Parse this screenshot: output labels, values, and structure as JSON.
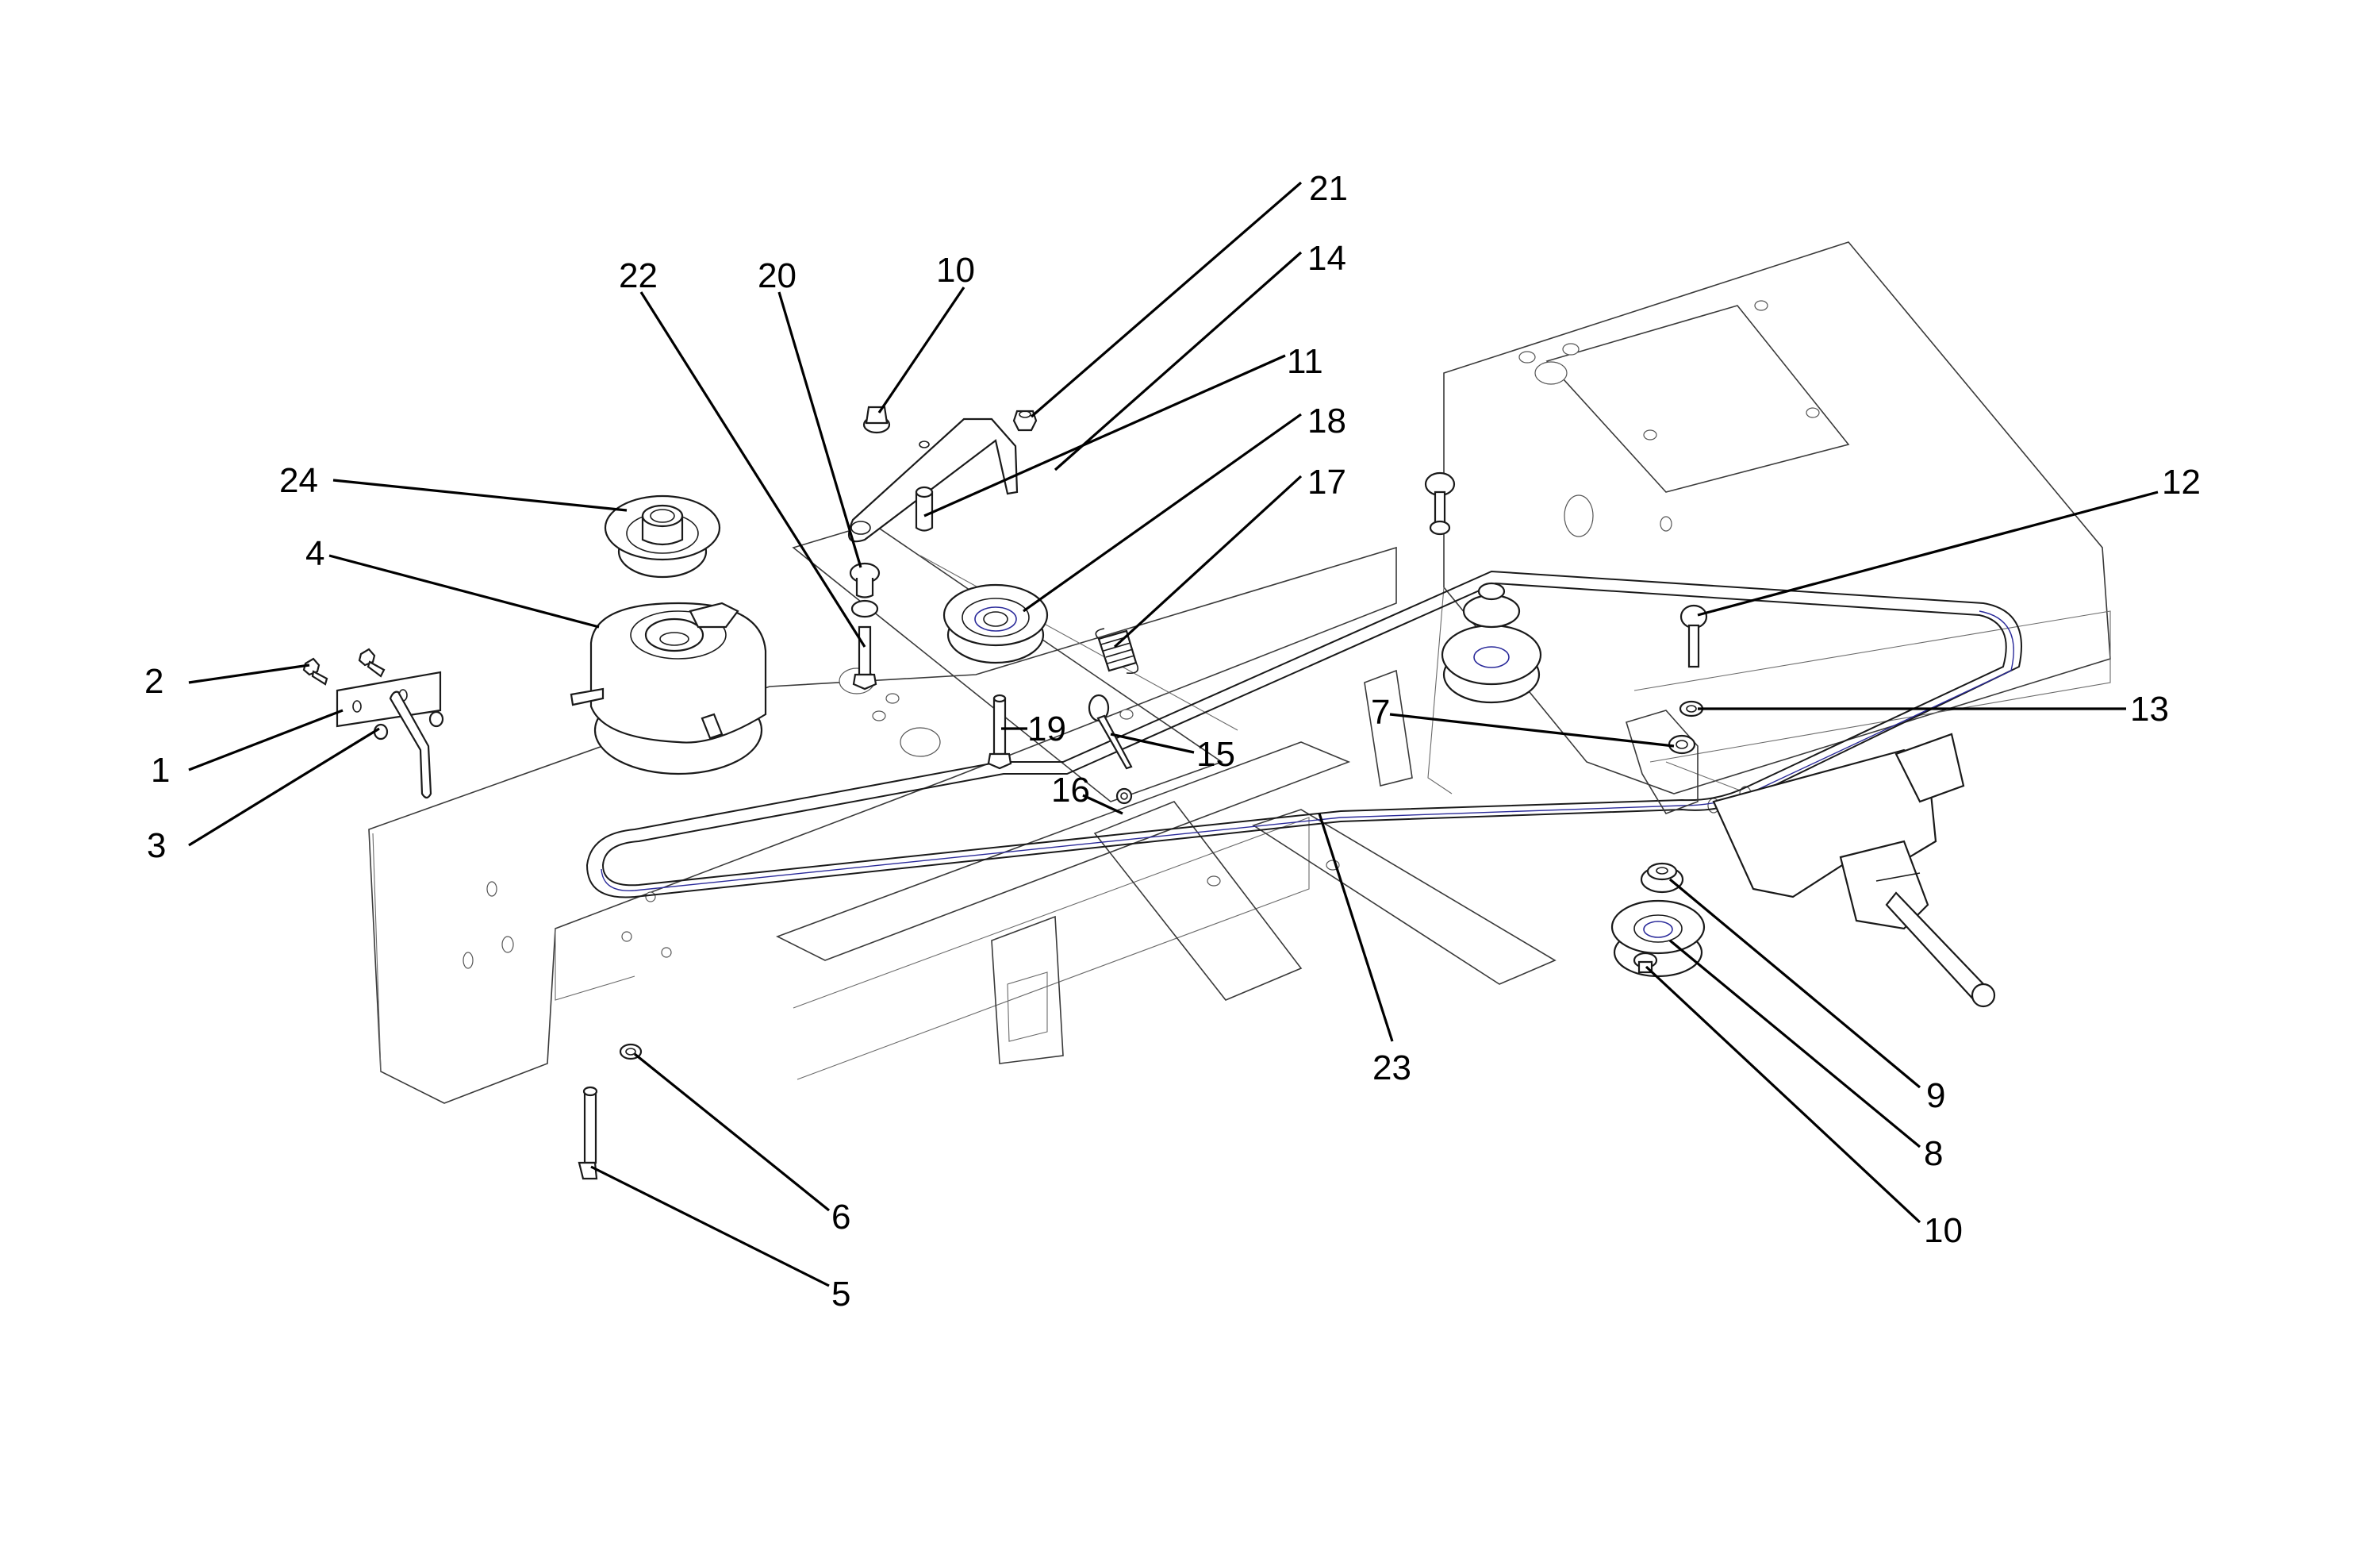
{
  "diagram": {
    "subject": "Drive belt assembly exploded view (chassis, electric clutch, idler pulleys, transaxle)",
    "callouts": [
      {
        "id": "c22",
        "label": "22",
        "part": "shoulder bolt"
      },
      {
        "id": "c20",
        "label": "20",
        "part": "spacer"
      },
      {
        "id": "c10a",
        "label": "10",
        "part": "flange lock nut"
      },
      {
        "id": "c21",
        "label": "21",
        "part": "hex lock nut"
      },
      {
        "id": "c14",
        "label": "14",
        "part": "idler arm"
      },
      {
        "id": "c11",
        "label": "11",
        "part": "spacer"
      },
      {
        "id": "c18",
        "label": "18",
        "part": "flat idler pulley"
      },
      {
        "id": "c17",
        "label": "17",
        "part": "extension spring"
      },
      {
        "id": "c24",
        "label": "24",
        "part": "engine pulley"
      },
      {
        "id": "c4",
        "label": "4",
        "part": "electric PTO clutch"
      },
      {
        "id": "c2",
        "label": "2",
        "part": "hex bolt"
      },
      {
        "id": "c1",
        "label": "1",
        "part": "belt guide bracket"
      },
      {
        "id": "c3",
        "label": "3",
        "part": "lock nut"
      },
      {
        "id": "c19",
        "label": "19",
        "part": "hex bolt"
      },
      {
        "id": "c15",
        "label": "15",
        "part": "eye bolt"
      },
      {
        "id": "c16",
        "label": "16",
        "part": "nut"
      },
      {
        "id": "c7",
        "label": "7",
        "part": "washer"
      },
      {
        "id": "c12",
        "label": "12",
        "part": "carriage bolt"
      },
      {
        "id": "c13",
        "label": "13",
        "part": "washer"
      },
      {
        "id": "c23",
        "label": "23",
        "part": "drive belt"
      },
      {
        "id": "c9",
        "label": "9",
        "part": "spacer"
      },
      {
        "id": "c8",
        "label": "8",
        "part": "V-idler pulley"
      },
      {
        "id": "c10b",
        "label": "10",
        "part": "flange lock nut"
      },
      {
        "id": "c6",
        "label": "6",
        "part": "washer"
      },
      {
        "id": "c5",
        "label": "5",
        "part": "hex bolt"
      }
    ]
  },
  "colors": {
    "line": "#1a1a1a",
    "frame": "#3a3a3a",
    "belt_accent": "#2a2a9a",
    "background": "#ffffff"
  }
}
